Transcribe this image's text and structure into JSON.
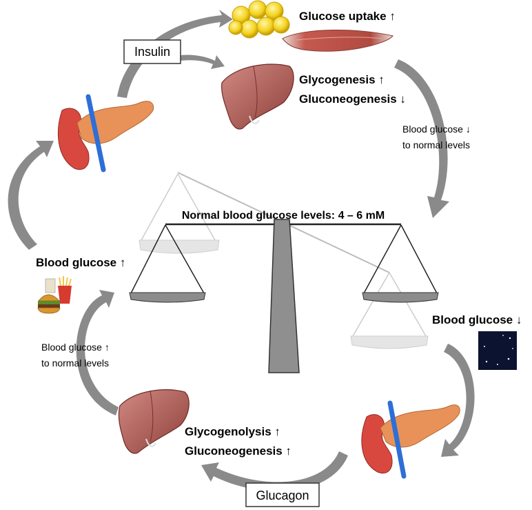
{
  "labels": {
    "glucose_uptake": "Glucose uptake ↑",
    "insulin": "Insulin",
    "glycogenesis": "Glycogenesis ↑",
    "gluconeogenesis_down": "Gluconeogenesis ↓",
    "bg_down_normal_line1": "Blood glucose ↓",
    "bg_down_normal_line2": "to normal levels",
    "scale_title": "Normal blood glucose levels: 4 – 6 mM",
    "blood_glucose_up": "Blood glucose ↑",
    "blood_glucose_down": "Blood glucose ↓",
    "bg_up_normal_line1": "Blood glucose ↑",
    "bg_up_normal_line2": "to normal levels",
    "glycogenolysis": "Glycogenolysis ↑",
    "gluconeogenesis_up": "Gluconeogenesis ↑",
    "glucagon": "Glucagon"
  },
  "icons": [
    "fat-cells-icon",
    "muscle-icon",
    "liver-icon",
    "pancreas-icon",
    "fast-food-icon",
    "night-sky-icon",
    "balance-scale-icon"
  ],
  "colors": {
    "arrow": "#8a8a8a",
    "liver": "#b5605a",
    "pancreas": "#e8925a",
    "vessel": "#2d6fd6",
    "fat": "#f4d11e",
    "muscle": "#c55a4f",
    "night": "#0c1330"
  }
}
